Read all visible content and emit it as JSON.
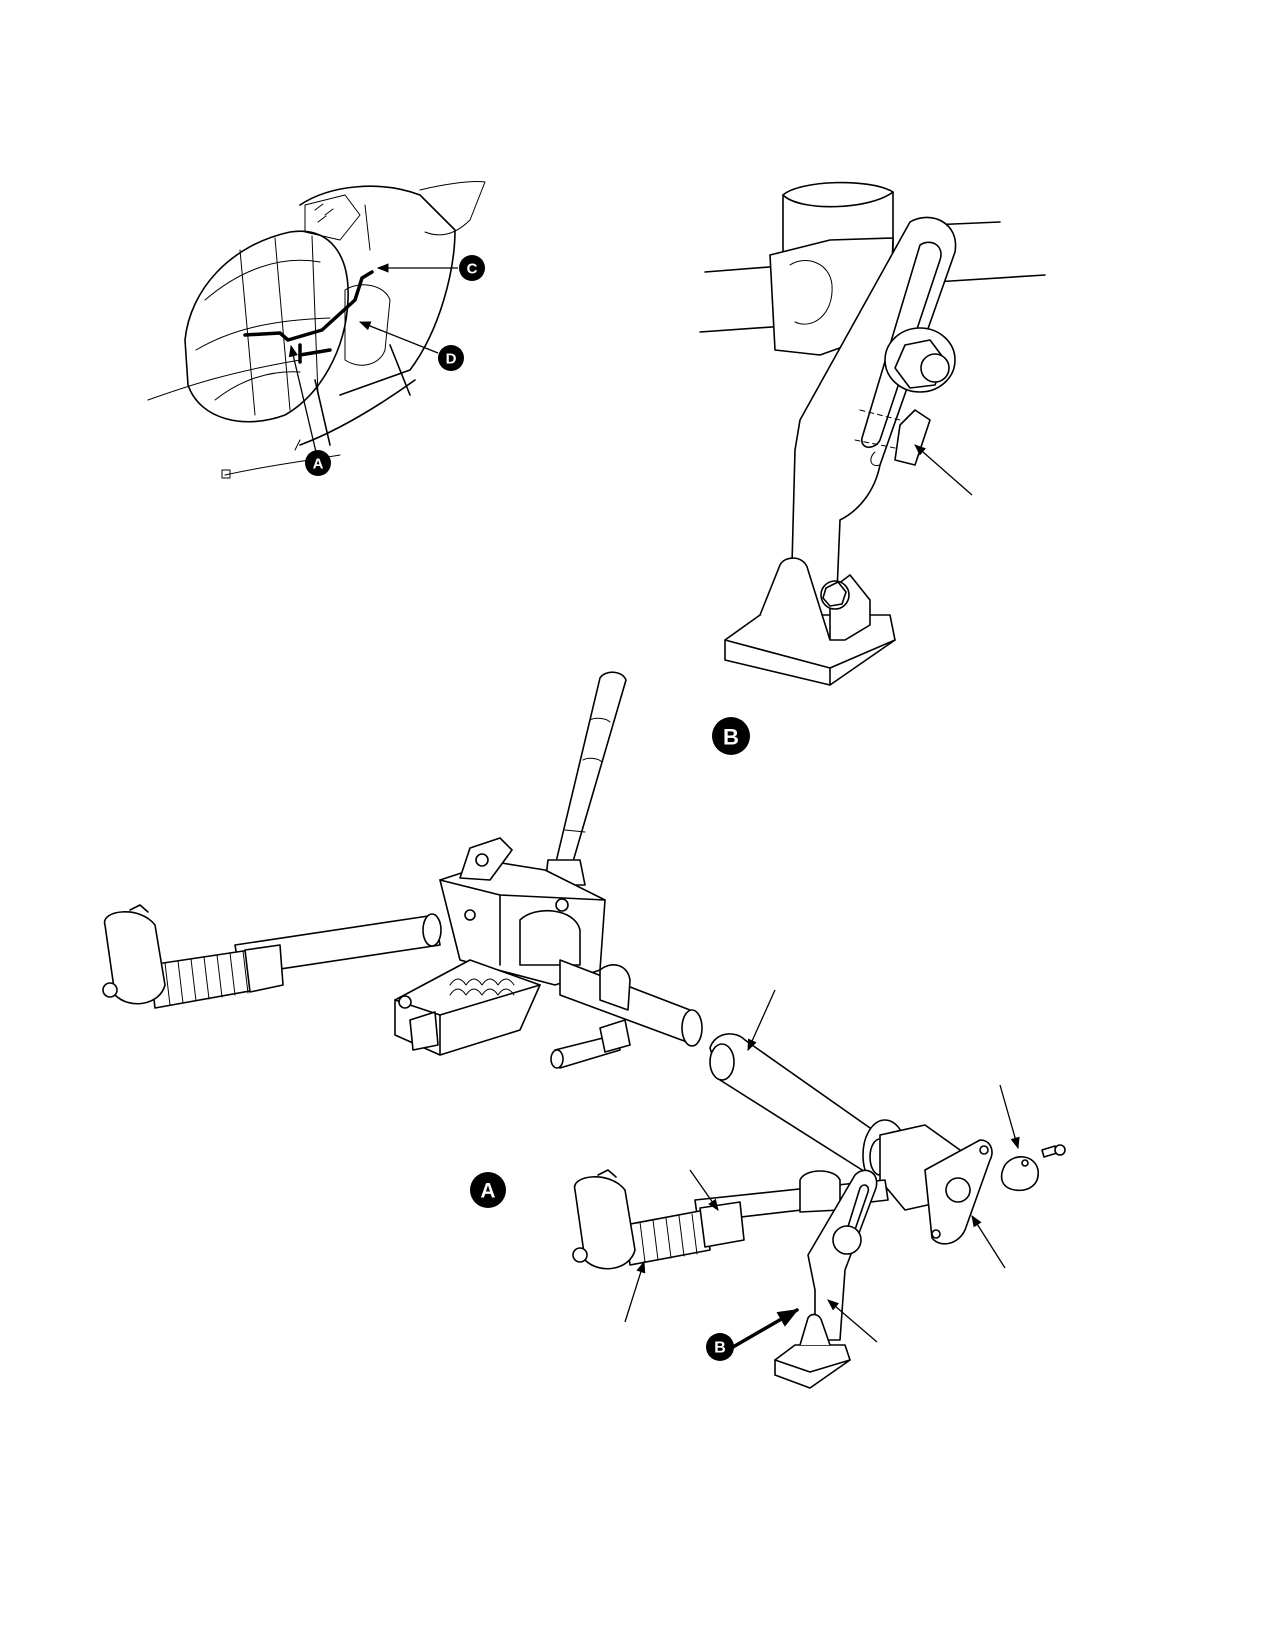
{
  "callouts": {
    "a_main": "A",
    "a_detail": "A",
    "b_detail": "B",
    "b_main": "B",
    "c": "C",
    "d": "D"
  }
}
